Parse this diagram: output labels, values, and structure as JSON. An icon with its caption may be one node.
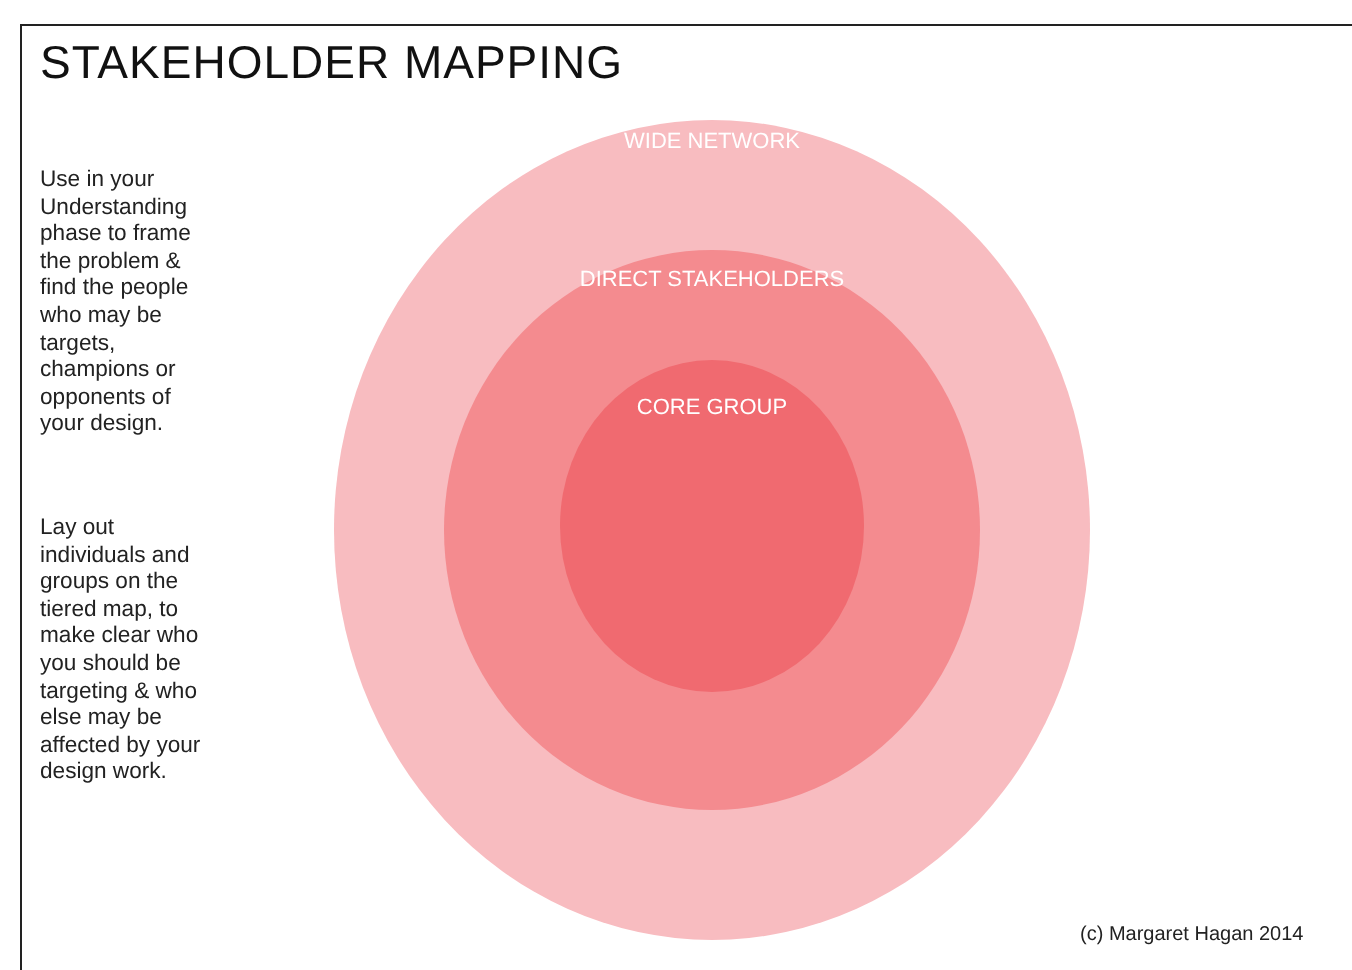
{
  "diagram": {
    "title": "STAKEHOLDER MAPPING",
    "caption": "(c) Margaret Hagan 2014",
    "nodes": [
      {
        "text": [
          "WIDE NETWORK"
        ]
      },
      {
        "text": [
          "DIRECT STAKEHOLDERS"
        ],
        "in": 0
      },
      {
        "text": [
          "CORE GROUP"
        ],
        "in": 1
      }
    ],
    "edges": [],
    "labels": [
      "Use in your Understanding phase to frame the problem & find the people who may be targets, champions or opponents of your design.",
      "Lay out individuals and groups on the tiered map, to make clear who you should be targeting & who else may be affected by your design work."
    ]
  }
}
